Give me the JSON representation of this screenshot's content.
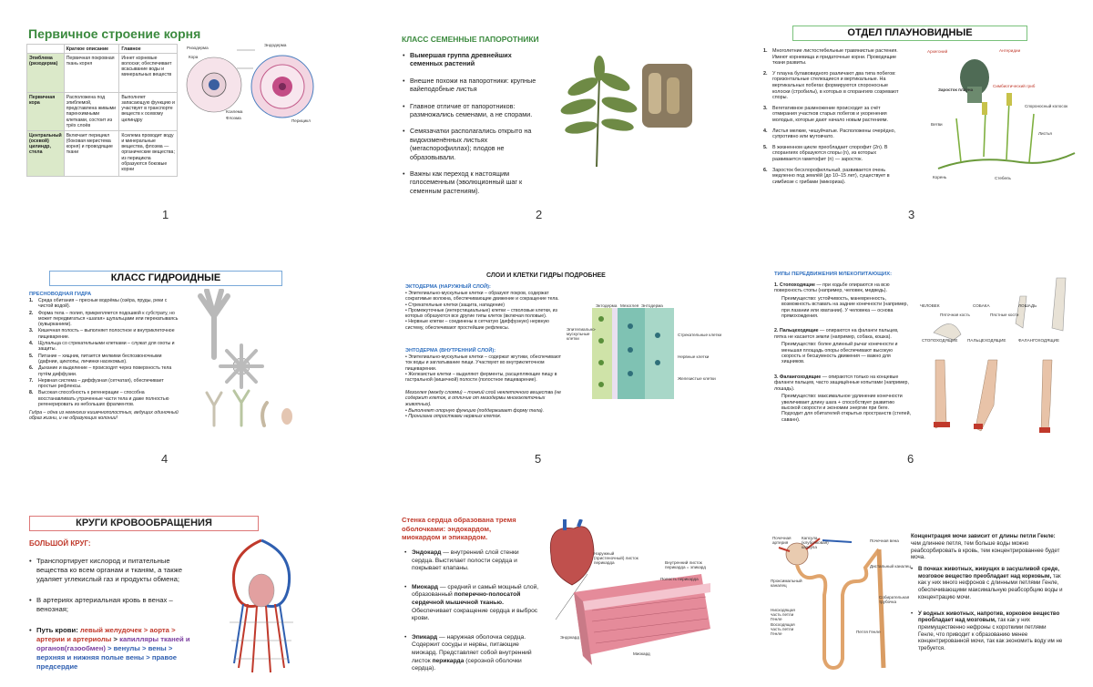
{
  "slides": {
    "s1": {
      "number": "1",
      "title": "Первичное строение корня",
      "table": {
        "headers": [
          "",
          "Краткое описание",
          "Главное"
        ],
        "rows": [
          {
            "name": "Эпиблема (ризодерма)",
            "desc": "Первичная покровная ткань корня",
            "main": "Иннет корневые волоски; обеспечивает всасывание воды и минеральных веществ"
          },
          {
            "name": "Первичная кора",
            "desc": "Расположена под эпиблемой, представлена живыми паренхимными клетками, состоит из трёх слоёв",
            "main": "Выполняет запасающую функцию и участвует в транспорте веществ к осевому цилиндру"
          },
          {
            "name": "Центральный (осевой) цилиндр, стела",
            "desc": "Включает перицикл (боковая меристема корня) и проводящие ткани",
            "main": "Ксилема проводит воду и минеральные вещества, флоэма — органические вещества; из перицикла образуются боковые корни"
          }
        ]
      },
      "diagram_labels": [
        "Ризодерма",
        "Кора",
        "Эндодерма",
        "Ксилема",
        "Флоэма",
        "Перицикл"
      ]
    },
    "s2": {
      "number": "2",
      "title": "КЛАСС СЕМЕННЫЕ ПАПОРОТНИКИ",
      "bullets": [
        "Вымершая группа древнейших семенных растений",
        "Внешне похожи на папоротники: крупные вайеподобные листья",
        "Главное отличие от папоротников: размножались семенами, а не спорами.",
        "Семязачатки располагались открыто на видоизменённых листьях (мегаспорофиллах); плодов не образовывали.",
        "Важны как переход к настоящим голосеменным (эволюционный шаг к семенным растениям)."
      ]
    },
    "s3": {
      "number": "3",
      "title": "ОТДЕЛ ПЛАУНОВИДНЫЕ",
      "items": [
        "Многолетние листостебельные травянистые растения. Имеют корневища и придаточные корни. Проводящие ткани развиты.",
        "У плауна булавовидного различают два типа побегов: горизонтальные стелющиеся и вертикальные. На вертикальных побегах формируются спороносные колоски (стробилы), в которых в спорангиях созревают споры.",
        "Вегетативное размножение происходит за счёт отмирания участков старых побегов и укоренения молодых, которые дают начало новым растениям.",
        "Листья мелкие, чешуйчатые. Расположены очерёдно, супротивно или мутовчато.",
        "В жизненном цикле преобладает спорофит (2n). В спорангиях образуются споры (n), из которых развивается гаметофит (n) — заросток.",
        "Заросток бесхлорофилльный, развивается очень медленно под землёй (до 10–15 лет), существует в симбиозе с грибами (микориза)."
      ],
      "labels": [
        "Архегоний",
        "Антеридии",
        "Симбиотический гриб",
        "Заросток плауна",
        "Спороносный колосок",
        "Ветви",
        "Листья",
        "Корень",
        "Стебель"
      ]
    },
    "s4": {
      "number": "4",
      "title": "КЛАСС ГИДРОИДНЫЕ",
      "subtitle": "ПРЕСНОВОДНАЯ ГИДРА",
      "items": [
        "Среда обитания – пресные водоёмы (озёра, пруды, реки с чистой водой).",
        "Форма тела – полип, прикрепляется подошвой к субстрату, но может передвигаться «шагая» щупальцами или перекатываясь (кувырканием).",
        "Кишечная полость – выполняет полостное и внутриклеточное пищеварение.",
        "Щупальца со стрекательными клетками – служат для охоты и защиты.",
        "Питание – хищник, питается мелкими беспозвоночными (дафнии, циклопы, личинки насекомых).",
        "Дыхание и выделение – происходят через поверхность тела путём диффузии.",
        "Нервная система – диффузная (сетчатая), обеспечивает простые рефлексы.",
        "Высокая способность к регенерации – способна восстанавливать утраченные части тела и даже полностью регенерировать из небольших фрагментов."
      ],
      "note": "Гидра – одна из немногих кишечнополостных, ведущих одиночный образ жизни, и не образующих колонии!"
    },
    "s5": {
      "number": "5",
      "title": "СЛОИ И КЛЕТКИ ГИДРЫ ПОДРОБНЕЕ",
      "ecto_head": "ЭКТОДЕРМА (НАРУЖНЫЙ СЛОЙ):",
      "ecto": [
        "Эпителиально-мускульные клетки – образуют покров, содержат сократимые волокна, обеспечивающие движение и сокращение тела.",
        "Стрекательные клетки (защита, нападение)",
        "Промежуточные (интерстициальные) клетки – стволовые клетки, из которых образуются все другие типы клеток (включая половые).",
        "Нервные клетки – соединены в сетчатую (диффузную) нервную систему, обеспечивают простейшие рефлексы."
      ],
      "endo_head": "ЭНТОДЕРМА (ВНУТРЕННИЙ СЛОЙ):",
      "endo": [
        "Эпителиально-мускульные клетки – содержат жгутики, обеспечивают ток воды и заглатывание пищи. Участвуют во внутриклеточном пищеварении.",
        "Железистые клетки – выделяют ферменты, расщепляющие пищу в гастральной (кишечной) полости (полостное пищеварение)."
      ],
      "meso_head": "Мезоглея (между слоями) – тонкий слой неклеточного вещества (не содержит клеток, в отличие от мезодермы многоклеточных животных).",
      "meso": [
        "Выполняет опорную функцию (поддерживает форму тела).",
        "Пронизана отростками нервных клеток."
      ],
      "labels": [
        "Эктодерма",
        "Мезоглея",
        "Энтодерма",
        "Эпителиально-мускульные клетки",
        "Стрекательные клетки",
        "Нервные клетки",
        "Железистые клетки"
      ]
    },
    "s6": {
      "number": "6",
      "title": "ТИПЫ ПЕРЕДВИЖЕНИЯ МЛЕКОПИТАЮЩИХ:",
      "items": [
        {
          "n": "1.",
          "head": "Стопоходящие",
          "text": " — при ходьбе опираются на всю поверхность стопы (например, человек, медведь).",
          "adv": "Преимущество: устойчивость, маневренность, возможность вставать на задние конечности (например, при лазании или хватании). У человека — основа прямохождения."
        },
        {
          "n": "2.",
          "head": "Пальцеходящие",
          "text": " — опираются на фаланги пальцев, пятка не касается земли (например, собака, кошка).",
          "adv": "Преимущество: более длинный рычаг конечности и меньшая площадь опоры обеспечивают высокую скорость и бесшумность движения — важно для хищников."
        },
        {
          "n": "3.",
          "head": "Фалангоходящие",
          "text": " — опираются только на концевые фаланги пальцев, часто защищённые копытами (например, лошадь).",
          "adv": "Преимущество: максимальное удлинение конечности увеличивает длину шага + способствует развитию высокой скорости и экономии энергии при беге. Подходит для обитателей открытых пространств (степей, саванн)."
        }
      ],
      "labels": [
        "ЧЕЛОВЕК",
        "СОБАКА",
        "ЛОШАДЬ",
        "Пяточная кость",
        "Пястные кости",
        "СТОПОХОДЯЩИЕ",
        "ПАЛЬЦЕХОДЯЩИЕ",
        "ФАЛАНГОХОДЯЩИЕ"
      ]
    },
    "s7": {
      "title": "КРУГИ КРОВООБРАЩЕНИЯ",
      "subtitle": "БОЛЬШОЙ КРУГ:",
      "b1": "Транспортирует кислород и питательные вещества ко всем органам и тканям, а также удаляет углекислый газ и продукты обмена;",
      "b2": "В артериях артериальная кровь в венах – венозная;",
      "path_head": "Путь крови: ",
      "path_red": "левый желудочек > аорта > артерии и артериолы",
      "path_mid": " > ",
      "path_purple": "капилляры тканей и органов(газообмен)",
      "path_blue": " > венулы > вены > верхняя и нижняя полые вены > правое предсердие"
    },
    "s8": {
      "title": "Стенка сердца образована тремя оболочками: эндокардом, миокардом и эпикардом.",
      "items": [
        {
          "head": "Эндокард",
          "text": " — внутренний слой стенки сердца. Выстилает полости сердца и покрывает клапаны."
        },
        {
          "head": "Миокард",
          "text": " — средний и самый мощный слой, образованный ",
          "bold2": "поперечно-полосатой сердечной мышечной тканью.",
          "text2": " Обеспечивает сокращение сердца и выброс крови."
        },
        {
          "head": "Эпикард",
          "text": " — наружная оболочка сердца. Содержит сосуды и нервы, питающие миокард. Представляет собой внутренний листок ",
          "bold2": "перикарда",
          "text2": " (серозной оболочки сердца)."
        }
      ],
      "labels": [
        "Наружный (пристеночный) листок перикарда",
        "Внутренний листок перикарда = эпикард",
        "Полость перикарда",
        "Миокард",
        "Эндокард"
      ]
    },
    "s9": {
      "title": "Концентрация мочи зависит от длины петли Генле:",
      "intro": " чем длиннее петля, тем больше воды можно реабсорбировать в кровь, тем концентрированнее будет моча.",
      "b1_head": "В почках животных, живущих в засушливой среде, мозговое вещество преобладает над корковым,",
      "b1": " так как у них много нефронов с длинными петлями Генле, обеспечивающими максимальную реабсорбцию воды и концентрацию мочи.",
      "b2_head": "У водных животных, напротив, корковое вещество преобладает над мозговым,",
      "b2": " так как у них преимущественно нефроны с короткими петлями Генле, что приводит к образованию менее концентрированной мочи, так как экономить воду им не требуется.",
      "labels": [
        "Почечная артерия",
        "Капсула (клубочковая) капсула",
        "Почечная вена",
        "Дистальный каналец",
        "Проксимальный каналец",
        "Собирательная трубочка",
        "Нисходящая часть петли Генле",
        "Восходящая часть петли Генле",
        "Петля Генле"
      ]
    }
  }
}
